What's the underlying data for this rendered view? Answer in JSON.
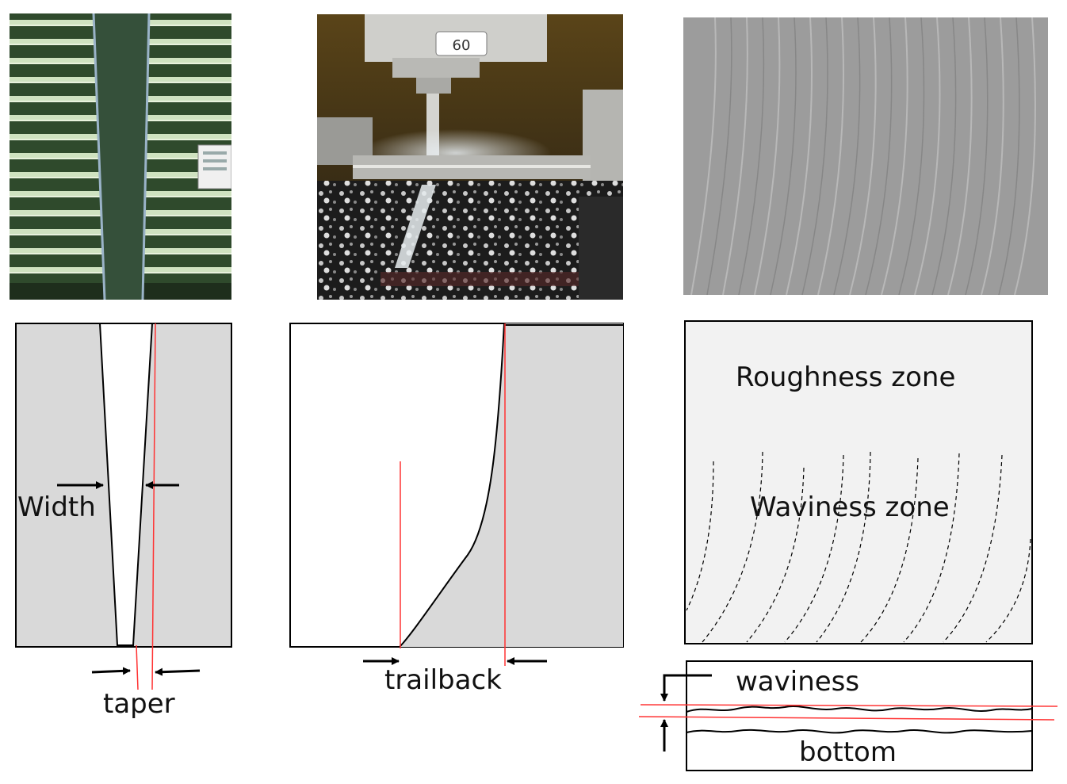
{
  "labels": {
    "width": "Width",
    "taper": "taper",
    "trailback": "trailback",
    "roughness_zone": "Roughness zone",
    "waviness_zone": "Waviness zone",
    "waviness": "waviness",
    "bottom": "bottom"
  },
  "photos": {
    "machine_tag": "60"
  },
  "colors": {
    "gray_fill": "#d9d9d9",
    "light_fill": "#f2f2f2",
    "red_line": "#ff3333",
    "outline": "#000000"
  }
}
